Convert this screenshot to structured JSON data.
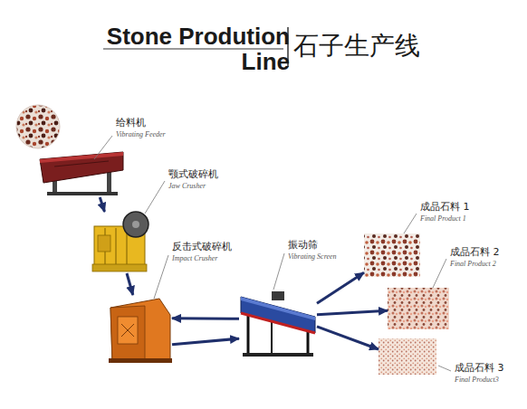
{
  "diagram": {
    "title": "Stone Prodution Line",
    "nodes": [
      {
        "text": [
          "给料机",
          "Vibrating Feeder"
        ]
      },
      {
        "text": [
          "颚式破碎机",
          "Jaw Crusher"
        ]
      },
      {
        "text": [
          "反击式破碎机",
          "Impact Crusher"
        ]
      },
      {
        "text": [
          "振动筛",
          "Vibrating Screen"
        ]
      },
      {
        "text": [
          "成品石料 1",
          "Final Product 1"
        ]
      },
      {
        "text": [
          "成品石料 2",
          "Final Product 2"
        ]
      },
      {
        "text": [
          "成品石料 3",
          "Final Product3"
        ]
      }
    ],
    "edges": [
      {
        "from": 0,
        "to": 1,
        "arrow": "to"
      },
      {
        "from": 1,
        "to": 2,
        "arrow": "to"
      },
      {
        "from": 3,
        "to": 2,
        "arrow": "to"
      },
      {
        "from": 2,
        "to": 3,
        "arrow": "to"
      },
      {
        "from": 3,
        "to": 4,
        "arrow": "to"
      },
      {
        "from": 3,
        "to": 5,
        "arrow": "to"
      },
      {
        "from": 3,
        "to": 6,
        "arrow": "to"
      }
    ],
    "labels": [
      "石子生产线"
    ]
  }
}
